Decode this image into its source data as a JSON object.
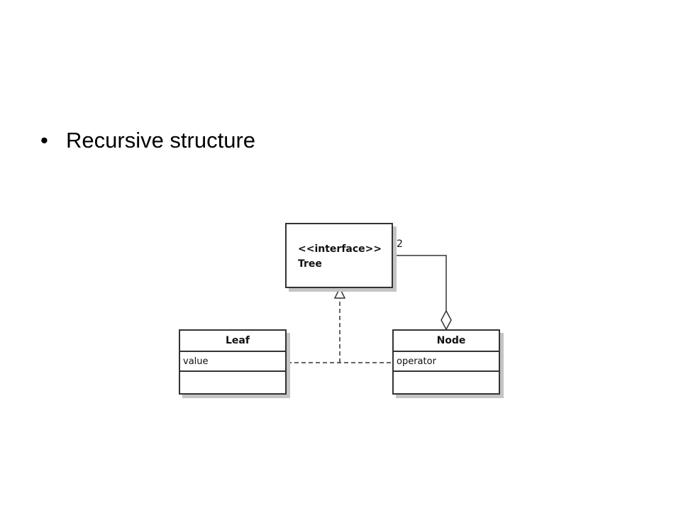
{
  "slide": {
    "bullet_text": "Recursive structure"
  },
  "diagram": {
    "interface": {
      "stereotype": "<<interface>>",
      "name": "Tree"
    },
    "classes": [
      {
        "name": "Leaf",
        "attribute": "value"
      },
      {
        "name": "Node",
        "attribute": "operator"
      }
    ],
    "aggregation_multiplicity": "2",
    "relationships": [
      {
        "from": "Leaf",
        "to": "Tree",
        "kind": "realization"
      },
      {
        "from": "Node",
        "to": "Tree",
        "kind": "realization"
      },
      {
        "from": "Node",
        "to": "Tree",
        "kind": "aggregation"
      }
    ]
  }
}
